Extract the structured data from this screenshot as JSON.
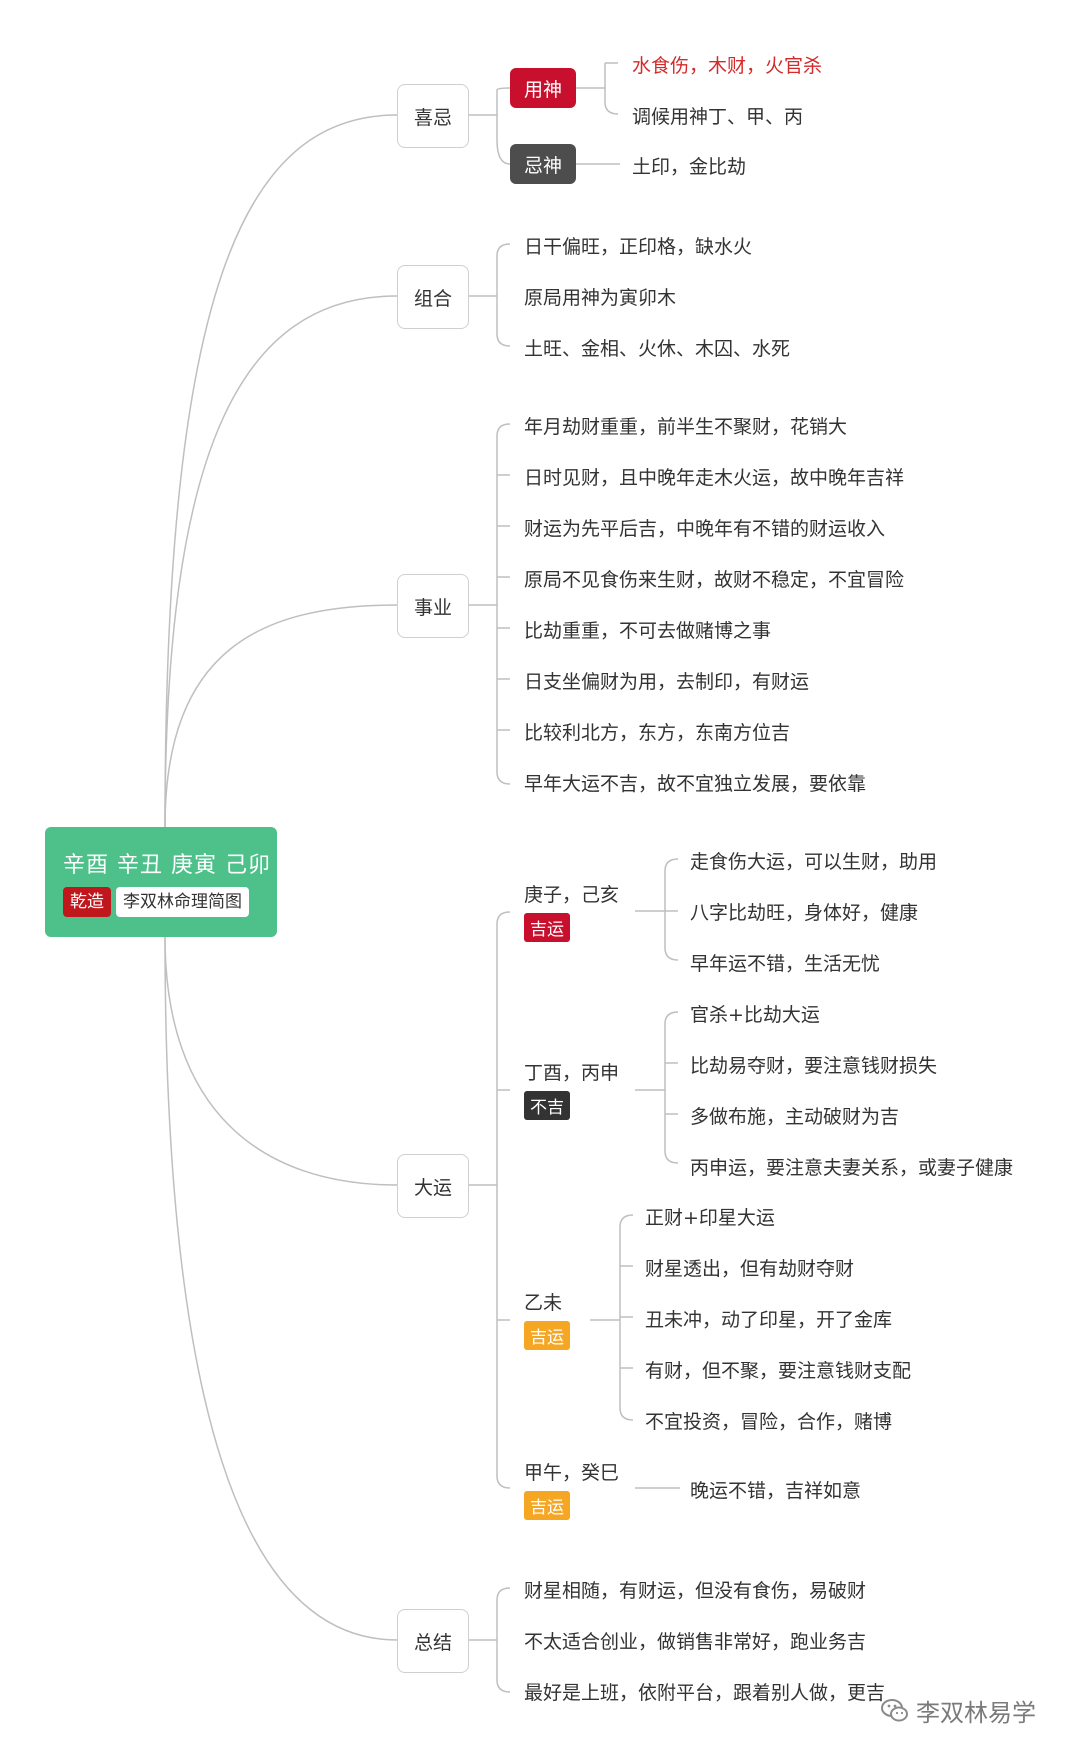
{
  "root": {
    "title": "辛酉 辛丑 庚寅 己卯",
    "tag_red": "乾造",
    "tag_white": "李双林命理简图"
  },
  "sections": {
    "xiji": {
      "label": "喜忌",
      "yongshen": {
        "label": "用神",
        "items": [
          "水食伤，木财，火官杀",
          "调候用神丁、甲、丙"
        ]
      },
      "jishen": {
        "label": "忌神",
        "items": [
          "土印，金比劫"
        ]
      }
    },
    "zuhe": {
      "label": "组合",
      "items": [
        "日干偏旺，正印格，缺水火",
        "原局用神为寅卯木",
        "土旺、金相、火休、木囚、水死"
      ]
    },
    "shiye": {
      "label": "事业",
      "items": [
        "年月劫财重重，前半生不聚财，花销大",
        "日时见财，且中晚年走木火运，故中晚年吉祥",
        "财运为先平后吉，中晚年有不错的财运收入",
        "原局不见食伤来生财，故财不稳定，不宜冒险",
        "比劫重重，不可去做赌博之事",
        "日支坐偏财为用，去制印，有财运",
        "比较利北方，东方，东南方位吉",
        "早年大运不吉，故不宜独立发展，要依靠"
      ]
    },
    "dayun": {
      "label": "大运",
      "periods": [
        {
          "name": "庚子，己亥",
          "tag": "吉运",
          "items": [
            "走食伤大运，可以生财，助用",
            "八字比劫旺，身体好，健康",
            "早年运不错，生活无忧"
          ]
        },
        {
          "name": "丁酉，丙申",
          "tag": "不吉",
          "items": [
            "官杀+比劫大运",
            "比劫易夺财，要注意钱财损失",
            "多做布施，主动破财为吉",
            "丙申运，要注意夫妻关系，或妻子健康"
          ]
        },
        {
          "name": "乙未",
          "tag": "吉运",
          "items": [
            "正财+印星大运",
            "财星透出，但有劫财夺财",
            "丑未冲，动了印星，开了金库",
            "有财，但不聚，要注意钱财支配",
            "不宜投资，冒险，合作，赌博"
          ]
        },
        {
          "name": "甲午，癸巳",
          "tag": "吉运",
          "items": [
            "晚运不错，吉祥如意"
          ]
        }
      ]
    },
    "zongjie": {
      "label": "总结",
      "items": [
        "财星相随，有财运，但没有食伤，易破财",
        "不太适合创业，做销售非常好，跑业务吉",
        "最好是上班，依附平台，跟着别人做，更吉"
      ]
    }
  },
  "watermark": "李双林易学",
  "colors": {
    "root_bg": "#4ec18a",
    "yongshen": "#c8102e",
    "jishen": "#4d4d4d",
    "tag_good": "#f5a623",
    "tag_bad": "#333333",
    "highlight_text": "#d42a2a",
    "line": "#bfbfbf"
  }
}
